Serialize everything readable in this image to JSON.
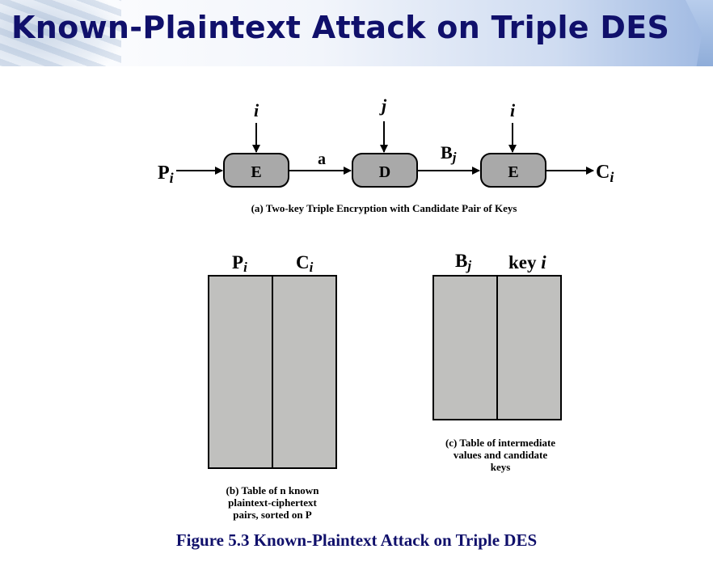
{
  "slide": {
    "title": "Known-Plaintext Attack on Triple DES"
  },
  "part_a": {
    "plaintext_main": "P",
    "plaintext_sub": "i",
    "key1": "i",
    "key2": "j",
    "key3": "i",
    "box1": "E",
    "box2": "D",
    "box3": "E",
    "edge_a": "a",
    "edge_b_main": "B",
    "edge_b_sub": "j",
    "ciphertext_main": "C",
    "ciphertext_sub": "i",
    "caption": "(a) Two-key Triple Encryption with Candidate Pair of Keys"
  },
  "table_b": {
    "col1_main": "P",
    "col1_sub": "i",
    "col2_main": "C",
    "col2_sub": "i",
    "caption_lines": [
      "(b) Table of n known",
      "plaintext-ciphertext",
      "pairs, sorted on P"
    ]
  },
  "table_c": {
    "col1_main": "B",
    "col1_sub": "j",
    "col2_main": "key ",
    "col2_sub": "i",
    "caption_lines": [
      "(c) Table of intermediate",
      "values and candidate",
      "keys"
    ]
  },
  "figure_caption": "Figure 5.3 Known-Plaintext Attack on Triple DES",
  "colors": {
    "title": "#10106b",
    "box_fill": "#a9a9a9",
    "table_fill": "#c0c0be"
  }
}
